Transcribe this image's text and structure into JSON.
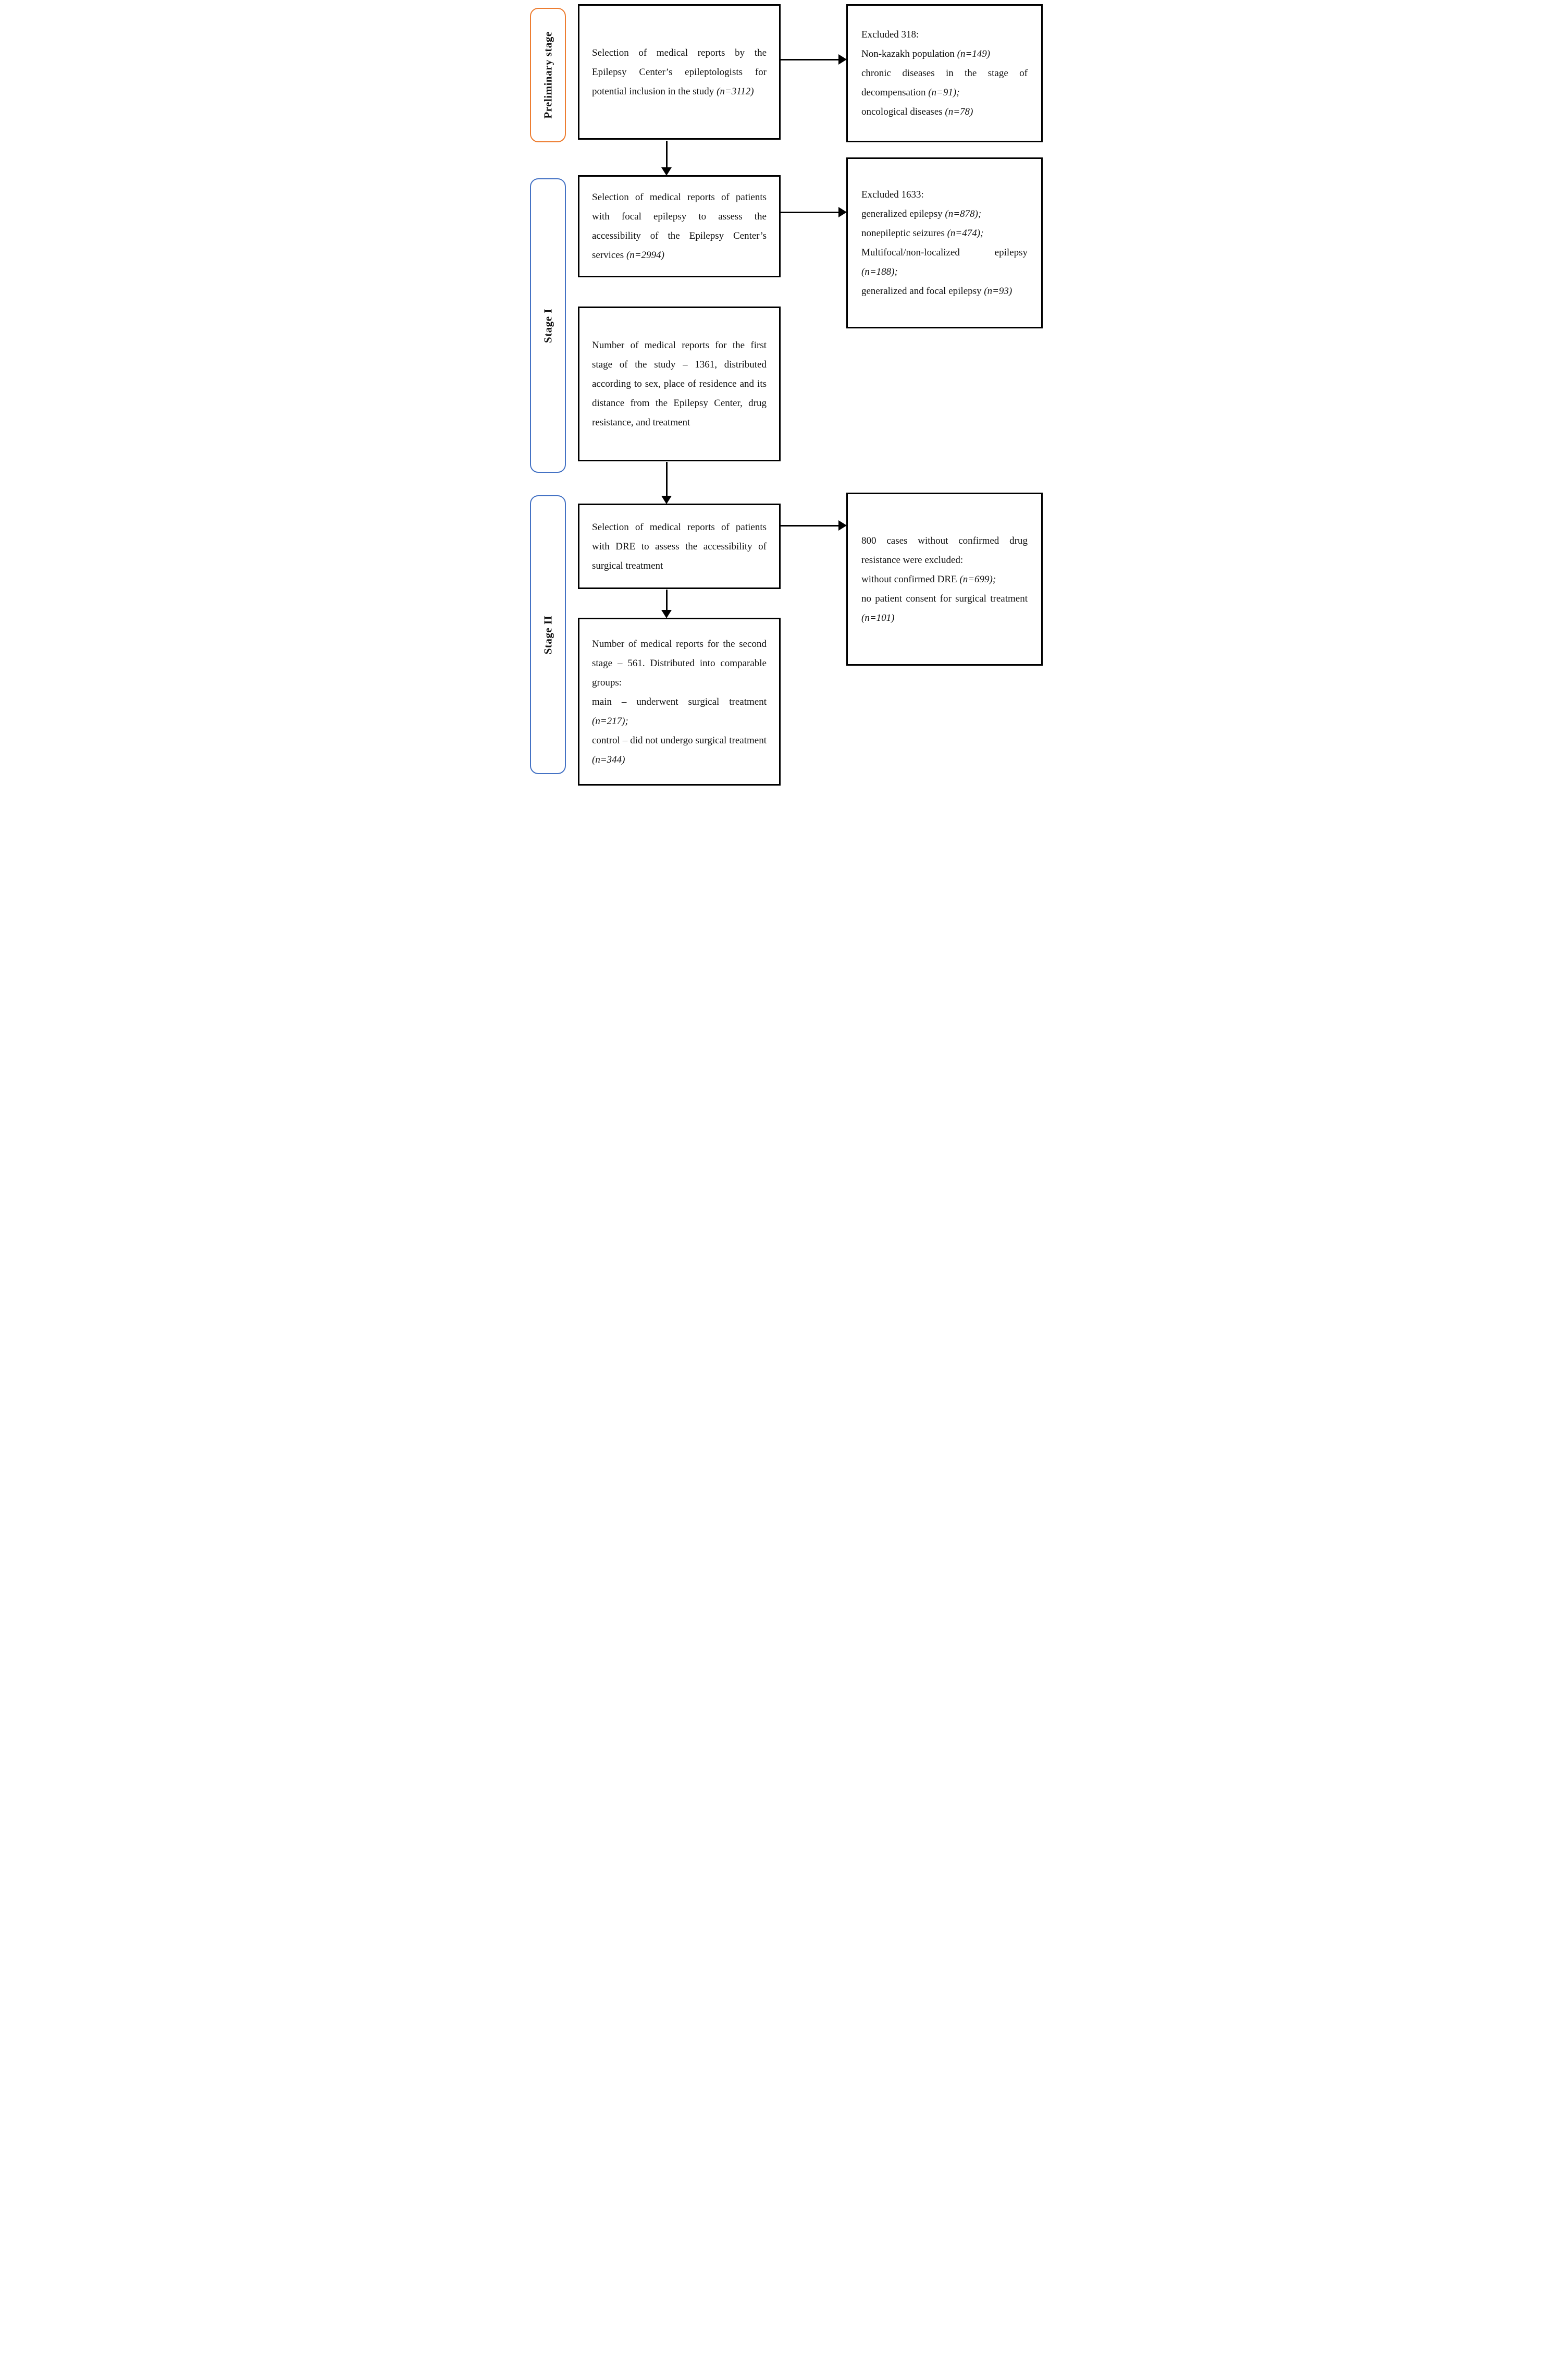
{
  "colors": {
    "box_border": "#000000",
    "arrow": "#000000",
    "stage_preliminary_accent": "#ED7D31",
    "stage_blue_accent": "#4472C4",
    "text": "#111111",
    "background": "#ffffff"
  },
  "stages": [
    {
      "label": "Preliminary stage",
      "color": "#ED7D31"
    },
    {
      "label": "Stage I",
      "color": "#4472C4"
    },
    {
      "label": "Stage II",
      "color": "#4472C4"
    }
  ],
  "boxes": {
    "selection_preliminary": {
      "paragraphs": [
        [
          {
            "t": "Selection of medical reports by the Epilepsy Center’s epileptologists for potential inclusion in the study "
          },
          {
            "t": "(n=3112)",
            "i": true
          }
        ]
      ]
    },
    "excluded_318": {
      "paragraphs": [
        [
          {
            "t": "Excluded 318:"
          }
        ],
        [
          {
            "t": "Non-kazakh population "
          },
          {
            "t": "(n=149)",
            "i": true
          }
        ],
        [
          {
            "t": "chronic diseases in the stage of decompensation "
          },
          {
            "t": "(n=91);",
            "i": true
          }
        ],
        [
          {
            "t": "oncological diseases "
          },
          {
            "t": "(n=78)",
            "i": true
          }
        ]
      ]
    },
    "selection_focal": {
      "paragraphs": [
        [
          {
            "t": "Selection of medical reports of patients with focal epilepsy to assess the accessibility of the Epilepsy Center’s services "
          },
          {
            "t": "(n=2994)",
            "i": true
          }
        ]
      ]
    },
    "excluded_1633": {
      "paragraphs": [
        [
          {
            "t": "Excluded 1633:"
          }
        ],
        [
          {
            "t": "generalized epilepsy "
          },
          {
            "t": "(n=878);",
            "i": true
          }
        ],
        [
          {
            "t": "nonepileptic seizures "
          },
          {
            "t": "(n=474);",
            "i": true
          }
        ],
        [
          {
            "t": "Multifocal/non-localized epilepsy "
          },
          {
            "t": "(n=188);",
            "i": true
          }
        ],
        [
          {
            "t": "generalized and focal epilepsy "
          },
          {
            "t": "(n=93)",
            "i": true
          }
        ]
      ]
    },
    "first_stage_count": {
      "paragraphs": [
        [
          {
            "t": "Number of medical reports for the first stage of the study – 1361, distributed according to sex, place of residence and its distance from the Epilepsy Center, drug resistance, and treatment"
          }
        ]
      ]
    },
    "selection_dre": {
      "paragraphs": [
        [
          {
            "t": "Selection of medical reports of patients with DRE to assess the accessibility of surgical treatment"
          }
        ]
      ]
    },
    "excluded_800": {
      "paragraphs": [
        [
          {
            "t": "800 cases without confirmed drug resistance were excluded:"
          }
        ],
        [
          {
            "t": "without confirmed DRE "
          },
          {
            "t": "(n=699);",
            "i": true
          }
        ],
        [
          {
            "t": "no patient consent for surgical treatment "
          },
          {
            "t": "(n=101)",
            "i": true
          }
        ]
      ]
    },
    "second_stage_count": {
      "paragraphs": [
        [
          {
            "t": "Number of medical reports for the second stage – 561. Distributed into comparable groups:"
          }
        ],
        [
          {
            "t": "main – underwent surgical treatment "
          },
          {
            "t": "(n=217);",
            "i": true
          }
        ],
        [
          {
            "t": "control – did not undergo surgical treatment "
          },
          {
            "t": "(n=344)",
            "i": true
          }
        ]
      ]
    }
  }
}
